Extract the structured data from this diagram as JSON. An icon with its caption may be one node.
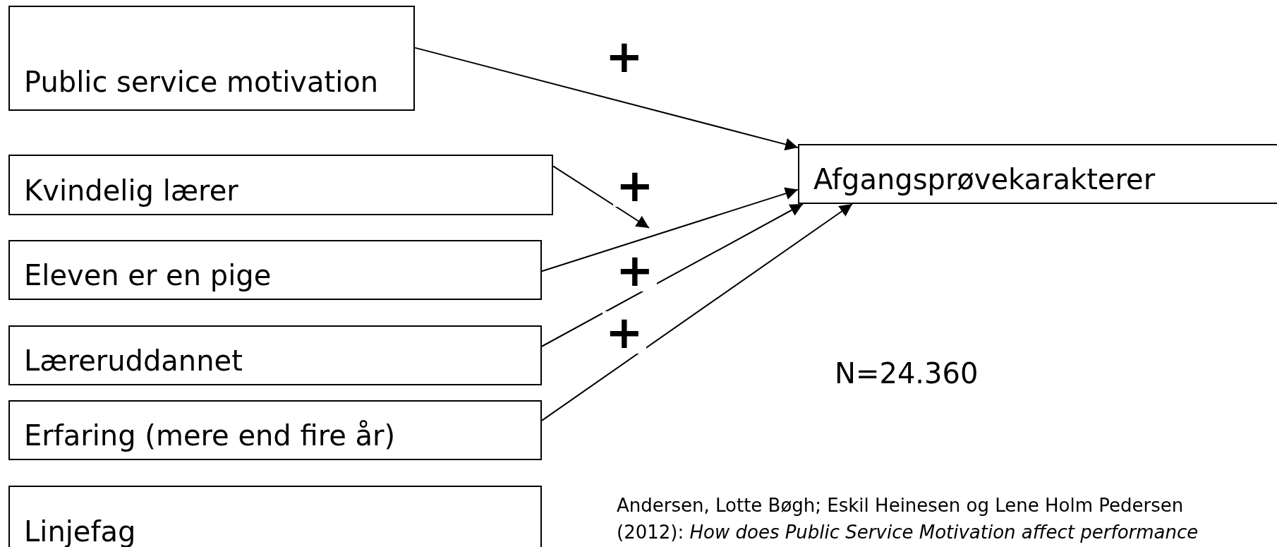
{
  "diagram": {
    "nodes": [
      {
        "text": [
          "Public service motivation"
        ]
      },
      {
        "text": [
          "Kvindelig lærer"
        ]
      },
      {
        "text": [
          "Eleven er en pige"
        ]
      },
      {
        "text": [
          "Læreruddannet"
        ]
      },
      {
        "text": [
          "Erfaring (mere end fire år)"
        ]
      },
      {
        "text": [
          "Linjefag"
        ]
      },
      {
        "text": [
          "Afgangsprøvekarakterer"
        ]
      }
    ],
    "edges": [
      {
        "from": 0,
        "to": 6,
        "arrow": "to",
        "label": "+"
      },
      {
        "from": 1,
        "to": null,
        "arrow": "to",
        "label": "+"
      },
      {
        "from": 2,
        "to": 6,
        "arrow": "to",
        "label": "+"
      },
      {
        "from": 3,
        "to": 6,
        "arrow": "to",
        "label": "+"
      },
      {
        "from": 4,
        "to": 6,
        "arrow": "to"
      }
    ],
    "labels": [
      "N=24.360",
      "Andersen, Lotte Bøgh; Eskil Heinesen og Lene Holm Pedersen (2012): *How does Public Service Motivation affect performance*"
    ]
  }
}
